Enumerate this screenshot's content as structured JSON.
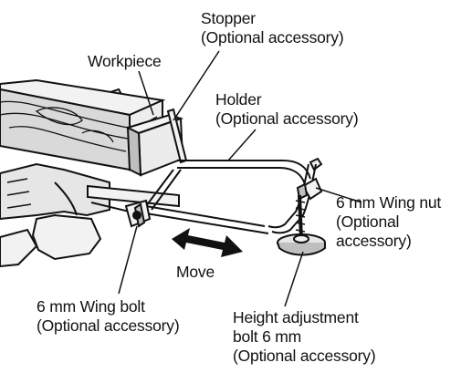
{
  "labels": {
    "stopper": [
      "Stopper",
      "(Optional accessory)"
    ],
    "workpiece": "Workpiece",
    "holder": [
      "Holder",
      "(Optional accessory)"
    ],
    "wing_nut": [
      "6 mm Wing nut",
      "(Optional",
      "accessory)"
    ],
    "move": "Move",
    "wing_bolt": [
      "6 mm Wing bolt",
      "(Optional accessory)"
    ],
    "height_bolt": [
      "Height adjustment",
      "bolt 6 mm",
      "(Optional accessory)"
    ]
  },
  "colors": {
    "line": "#111111",
    "wood": "#d9d9d9",
    "metal_light": "#f2f2f2",
    "metal_shade": "#bfbfbf",
    "base": "#e6e6e6"
  }
}
